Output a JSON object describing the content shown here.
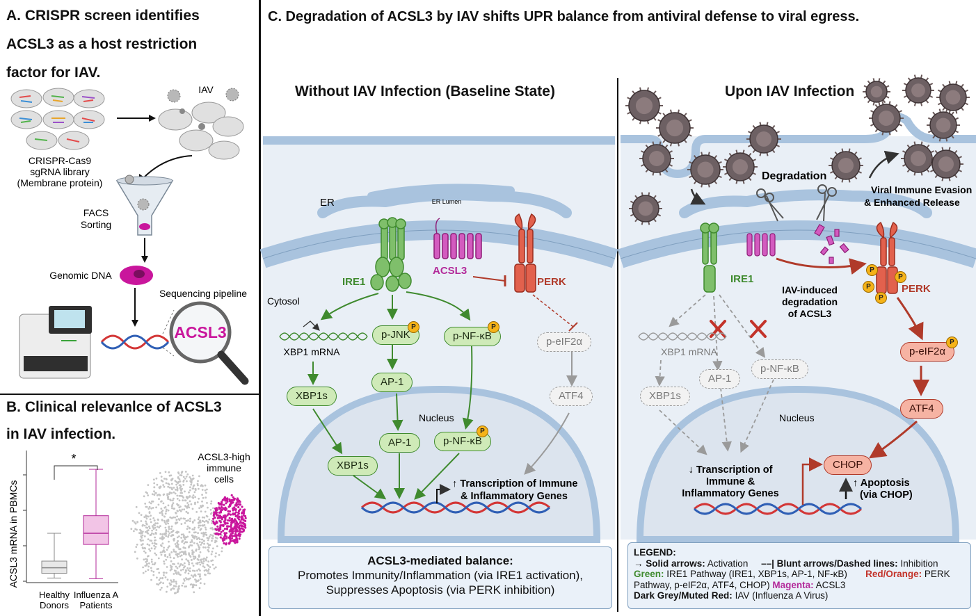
{
  "panel_a": {
    "title_lines": [
      "A. CRISPR screen identifies",
      "ACSL3 as a host restriction",
      "factor for IAV."
    ],
    "iav_label": "IAV",
    "library_lines": [
      "CRISPR-Cas9",
      "sgRNA library",
      "(Membrane protein)"
    ],
    "facs_lines": [
      "FACS",
      "Sorting"
    ],
    "genomic_dna": "Genomic DNA",
    "sequencing": "Sequencing pipeline",
    "magnifier_text": "ACSL3"
  },
  "panel_b": {
    "title_lines": [
      "B. Clinical relevanlce of ACSL3",
      "in IAV infection."
    ],
    "ylabel": "ACSL3 mRNA in PBMCs",
    "significance": "*",
    "group1_lines": [
      "Healthy",
      "Donors"
    ],
    "group2_lines": [
      "Influenza A",
      "Patients"
    ],
    "tsne_lines": [
      "ACSL3-high",
      "immune",
      "cells"
    ]
  },
  "chart_data": {
    "type": "boxplot",
    "ylabel": "ACSL3 mRNA in PBMCs",
    "categories": [
      "Healthy Donors",
      "Influenza A Patients"
    ],
    "series": [
      {
        "category": "Healthy Donors",
        "min": 0.1,
        "q1": 0.25,
        "median": 0.42,
        "q3": 0.63,
        "max": 1.5
      },
      {
        "category": "Influenza A Patients",
        "min": 0.08,
        "q1": 1.15,
        "median": 1.5,
        "q3": 2.05,
        "max": 3.5
      }
    ],
    "annotation": "*"
  },
  "panel_c": {
    "title": "C. Degradation of ACSL3 by IAV shifts UPR balance from antiviral defense to viral egress.",
    "left": {
      "heading": "Without IAV Infection (Baseline State)",
      "er": "ER",
      "er_lumen": "ER Lumen",
      "cytosol": "Cytosol",
      "ire1": "IRE1",
      "acsl3": "ACSL3",
      "perk": "PERK",
      "xbp1_mrna": "XBP1 mRNA",
      "p_jnk": "p-JNK",
      "p_nfkb": "p-NF-κB",
      "p_eif2a": "p-eIF2α",
      "xbp1s": "XBP1s",
      "ap1": "AP-1",
      "atf4": "ATF4",
      "nucleus": "Nucleus",
      "xbp1s_nuc": "XBP1s",
      "ap1_nuc": "AP-1",
      "p_nfkb_nuc": "p-NF-κB",
      "transcription_lines": [
        "↑ Transcription of Immune",
        "& Inflammatory Genes"
      ],
      "phospho": "P",
      "summary_title": "ACSL3-mediated balance:",
      "summary_lines": [
        "Promotes Immunity/Inflammation (via IRE1 activation),",
        "Suppresses Apoptosis (via PERK inhibition)"
      ]
    },
    "right": {
      "heading": "Upon IAV Infection",
      "degradation": "Degradation",
      "evasion_lines": [
        "Viral Immune Evasion",
        "& Enhanced Release"
      ],
      "ire1": "IRE1",
      "perk": "PERK",
      "iav_degradation_lines": [
        "IAV-induced",
        "degradation",
        "of ACSL3"
      ],
      "xbp1_mrna": "XBP1 mRNA",
      "ap1": "AP-1",
      "p_nfkb": "p-NF-κB",
      "xbp1s": "XBP1s",
      "p_eif2a": "p-eIF2α",
      "atf4": "ATF4",
      "nucleus": "Nucleus",
      "transcription_lines": [
        "↓ Transcription of",
        "Immune &",
        "Inflammatory Genes"
      ],
      "chop": "CHOP",
      "apoptosis_lines": [
        "↑ Apoptosis",
        "(via CHOP)"
      ]
    },
    "legend": {
      "title": "LEGEND:",
      "solid_label": "→ Solid arrows:",
      "solid_text": "Activation",
      "blunt_label": "––| Blunt arrows/Dashed lines:",
      "blunt_text": "Inhibition",
      "green_label": "Green:",
      "green_text": "IRE1 Pathway (IRE1, XBP1s, AP-1, NF-κB)",
      "red_label": "Red/Orange:",
      "red_text": "PERK",
      "red_text_cont": "Pathway, p-eIF2α, ATF4, CHOP)",
      "magenta_label": "Magenta:",
      "magenta_text": "ACSL3",
      "grey_label": "Dark Grey/Muted Red:",
      "grey_text": "IAV (Influenza A Virus)"
    }
  },
  "colors": {
    "green": "#3f8a2e",
    "green_fill": "#cfeab8",
    "magenta": "#b32a9a",
    "red": "#b03a2a",
    "red_fill": "#f6b3a3",
    "grey": "#9a9a9a",
    "membrane": "#a9c3de",
    "cell_bg": "#e9eff6",
    "nucleus_bg": "#dce4ee"
  }
}
